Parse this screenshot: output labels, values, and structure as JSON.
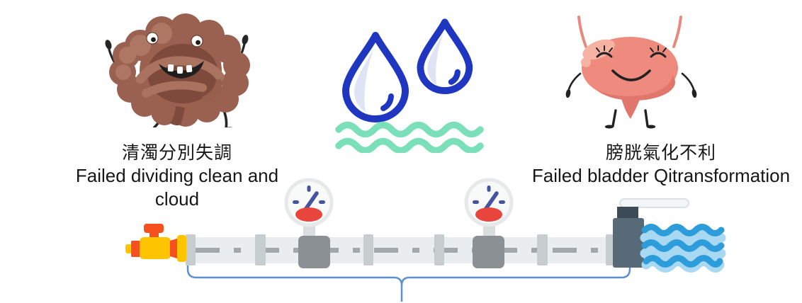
{
  "figure": {
    "left": {
      "icon_name": "intestines-character",
      "caption_zh": "清濁分別失調",
      "caption_en": "Failed dividing clean and cloud"
    },
    "center": {
      "icon_name": "water-droplets-icon"
    },
    "right": {
      "icon_name": "bladder-character",
      "caption_zh": "膀胱氣化不利",
      "caption_en": "Failed bladder Qitransformation"
    },
    "bottom": {
      "icon_names": [
        "shutoff-valve-icon",
        "pressure-gauge-icon",
        "pressure-gauge-icon",
        "outlet-valve-icon",
        "water-flow-icon",
        "brace-bracket"
      ]
    }
  },
  "colors": {
    "intestine_main": "#9A6150",
    "intestine_dark": "#7E4A3B",
    "intestine_light": "#B07A66",
    "bladder_main": "#EE8B7E",
    "bladder_shadow": "#E1776C",
    "bladder_highlight": "#F6B3A4",
    "droplet_outline": "#1F36C1",
    "droplet_shade": "#DFE4F5",
    "wave_mint": "#7BE0B9",
    "pipe_body": "#E9EDEF",
    "pipe_coupling": "#C7CCCF",
    "pipe_block": "#8A9094",
    "pipe_dash": "#A2A8AB",
    "valve_yellow": "#FFC400",
    "valve_orange": "#F4511E",
    "gauge_navy": "#44549E",
    "gauge_red": "#E8463C",
    "outlet_slate": "#566B77",
    "outlet_dark": "#3C4B55",
    "water_dark": "#2D9CDB",
    "water_light": "#A8D8F2",
    "bracket_blue": "#5E8FD0",
    "text": "#161616"
  }
}
